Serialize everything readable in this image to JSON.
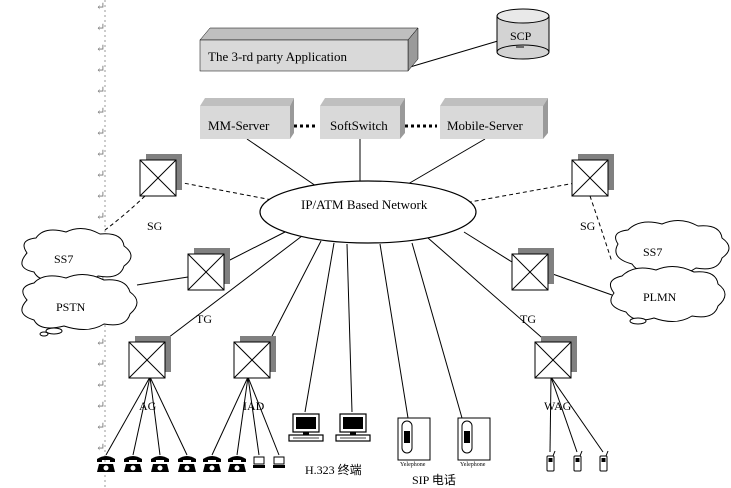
{
  "nodes": {
    "app_label": "The 3-rd party Application",
    "scp_label": "SCP",
    "mm_server_label": "MM-Server",
    "softswitch_label": "SoftSwitch",
    "mobile_server_label": "Mobile-Server",
    "network_label": "IP/ATM Based Network",
    "sg_left_label": "SG",
    "sg_right_label": "SG",
    "ss7_left_label": "SS7",
    "ss7_right_label": "SS7",
    "pstn_label": "PSTN",
    "plmn_label": "PLMN",
    "tg_left_label": "TG",
    "tg_right_label": "TG",
    "ag_label": "AG",
    "iad_label": "IAD",
    "wag_label": "WAG",
    "h323_label": "H.323 终端",
    "sip_label": "SIP 电话",
    "sip_phone_caption": "Yelephone"
  },
  "colors": {
    "line": "#000000",
    "shadow": "#808080",
    "box_fill": "#d9d9d9",
    "side_fill": "#b3b3b3"
  }
}
